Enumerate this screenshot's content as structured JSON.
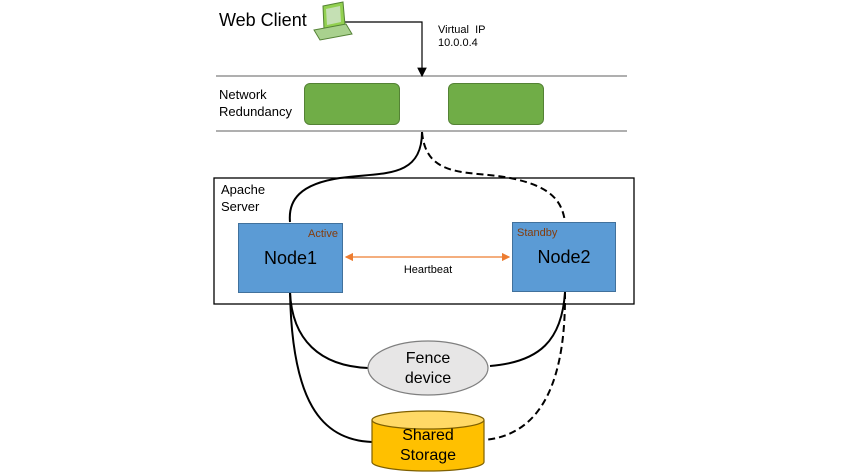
{
  "client": {
    "label": "Web Client",
    "icon": "laptop-icon"
  },
  "virtual_ip": {
    "line1": "Virtual  IP",
    "line2": "10.0.0.4"
  },
  "network": {
    "line1": "Network",
    "line2": "Redundancy"
  },
  "apache": {
    "line1": "Apache",
    "line2": "Server"
  },
  "nodes": [
    {
      "name": "Node1",
      "state": "Active"
    },
    {
      "name": "Node2",
      "state": "Standby"
    }
  ],
  "heartbeat": "Heartbeat",
  "fence": {
    "line1": "Fence",
    "line2": "device"
  },
  "storage": {
    "line1": "Shared",
    "line2": "Storage"
  },
  "colors": {
    "node_fill": "#5b9bd5",
    "router_fill": "#70ad47",
    "fence_fill": "#e7e6e6",
    "storage_fill": "#ffc000",
    "heartbeat_arrow": "#ed7d31",
    "state_text": "#843c0c"
  }
}
